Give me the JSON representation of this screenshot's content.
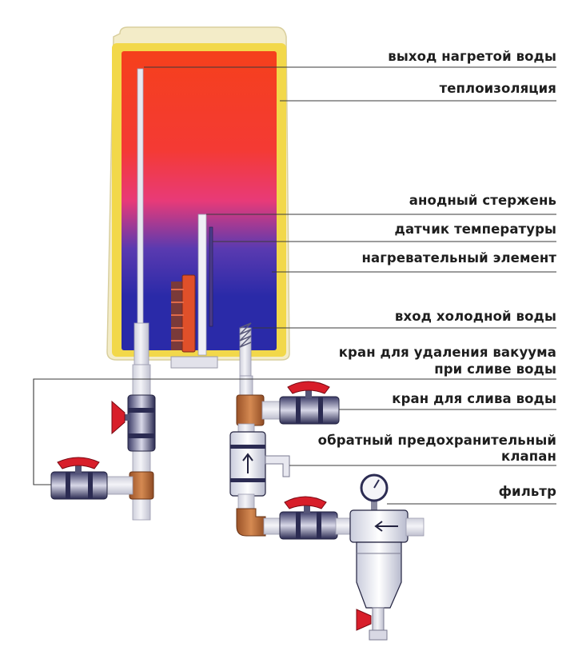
{
  "labels": {
    "hot_outlet": "выход нагретой воды",
    "insulation": "теплоизоляция",
    "anode": "анодный стержень",
    "temp_sensor": "датчик температуры",
    "heater": "нагревательный элемент",
    "cold_inlet": "вход холодной воды",
    "vacuum_valve_line1": "кран для удаления вакуума",
    "vacuum_valve_line2": "при сливе воды",
    "drain_valve": "кран для слива воды",
    "check_valve_line1": "обратный предохранительный",
    "check_valve_line2": "клапан",
    "filter": "фильтр"
  },
  "colors": {
    "hot_water": "#f5401c",
    "warm_water": "#e83a78",
    "cold_water": "#2a2aa8",
    "insulation": "#f2d84a",
    "tank_shell": "#f3ecc8",
    "pipe": "#e6e6ef",
    "elbow": "#c1703e",
    "valve_handle": "#d81e2a",
    "valve_body": "#2b2b52",
    "leader_line": "#3a3a3a"
  }
}
